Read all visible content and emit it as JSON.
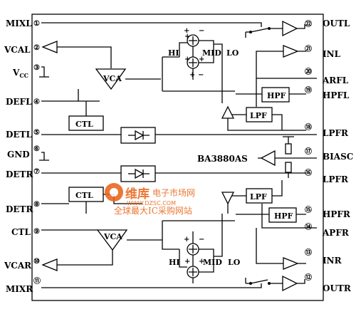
{
  "chip_name": "BA3880AS",
  "watermark": {
    "brand": "维库",
    "site_cn": "电子市场网",
    "slogan": "全球最大IC采购网站",
    "url": "WWW.DZSC.COM"
  },
  "left_pins": [
    {
      "num": "①",
      "name": "MIXL"
    },
    {
      "num": "②",
      "name": "VCAL"
    },
    {
      "num": "③",
      "name": "V",
      "sub": "CC"
    },
    {
      "num": "④",
      "name": "DEFL"
    },
    {
      "num": "⑤",
      "name": "DETL"
    },
    {
      "num": "⑥",
      "name": "GND"
    },
    {
      "num": "⑦",
      "name": "DETR"
    },
    {
      "num": "⑧",
      "name": "DETR"
    },
    {
      "num": "⑨",
      "name": "CTL"
    },
    {
      "num": "⑩",
      "name": "VCAR"
    },
    {
      "num": "⑪",
      "name": "MIXR"
    }
  ],
  "right_pins": [
    {
      "num": "㉒",
      "name": "OUTL"
    },
    {
      "num": "㉑",
      "name": "INL"
    },
    {
      "num": "⑳",
      "name": "ARFL"
    },
    {
      "num": "⑲",
      "name": "HPFL"
    },
    {
      "num": "⑱",
      "name": "LPFR"
    },
    {
      "num": "⑰",
      "name": "BIASC"
    },
    {
      "num": "⑯",
      "name": "LPFR"
    },
    {
      "num": "⑮",
      "name": "HPFR"
    },
    {
      "num": "⑭",
      "name": "APFR"
    },
    {
      "num": "⑬",
      "name": "INR"
    },
    {
      "num": "⑫",
      "name": "OUTR"
    }
  ],
  "blocks": {
    "ctl": "CTL",
    "vca": "VCA",
    "hpf": "HPF",
    "lpf": "LPF",
    "hi": "HI",
    "mid": "MID",
    "lo": "LO",
    "plus": "+",
    "minus": "−"
  }
}
